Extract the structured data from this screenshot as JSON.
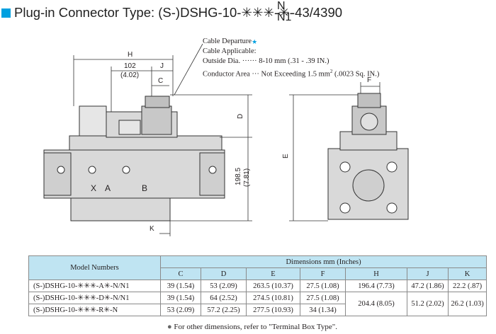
{
  "title": {
    "main": "Plug-in Connector Type: (S-)DSHG-10-✳✳✳-✳-",
    "stack_top": "N",
    "stack_bottom": "N1",
    "tail": "-43/4390"
  },
  "cable_note": {
    "line1": "Cable Departure",
    "star": "★",
    "line2": "Cable Applicable:",
    "line3": "Outside Dia. ······ 8-10 mm (.31 - .39 IN.)",
    "line4_a": "Conductor Area ··· Not Exceeding 1.5 mm",
    "line4_sup": "2",
    "line4_b": " (.0023 Sq. IN.)"
  },
  "drawing_labels": {
    "H": "H",
    "dim_102": "102",
    "dim_402": "(4.02)",
    "J": "J",
    "C": "C",
    "D": "D",
    "dim_1985": "198.5",
    "dim_781": "(7.81)",
    "K": "K",
    "F": "F",
    "E": "E",
    "port_X": "X",
    "port_A": "A",
    "port_B": "B"
  },
  "table": {
    "model_header": "Model Numbers",
    "dims_header": "Dimensions    mm (Inches)",
    "columns": [
      "C",
      "D",
      "E",
      "F",
      "H",
      "J",
      "K"
    ],
    "rows": [
      {
        "model": "(S-)DSHG-10-✳✳✳-A✳-N/N1",
        "C": "39 (1.54)",
        "D": "53  (2.09)",
        "E": "263.5 (10.37)",
        "F": "27.5 (1.08)",
        "H": "196.4 (7.73)",
        "J": "47.2 (1.86)",
        "K": "22.2 (.87)"
      },
      {
        "model": "(S-)DSHG-10-✳✳✳-D✳-N/N1",
        "C": "39 (1.54)",
        "D": "64  (2.52)",
        "E": "274.5 (10.81)",
        "F": "27.5 (1.08)"
      },
      {
        "model": "(S-)DSHG-10-✳✳✳-R✳-N",
        "C": "53 (2.09)",
        "D": "57.2 (2.25)",
        "E": "277.5 (10.93)",
        "F": "34  (1.34)"
      }
    ],
    "merged": {
      "H": "204.4 (8.05)",
      "J": "51.2 (2.02)",
      "K": "26.2 (1.03)"
    }
  },
  "note": {
    "bullet": "●",
    "text": "For other dimensions, refer to \"Terminal Box Type\"."
  },
  "colors": {
    "accent": "#00a0e0",
    "table_header": "#bfe4f2",
    "drawing_fill": "#d9d9d9"
  }
}
